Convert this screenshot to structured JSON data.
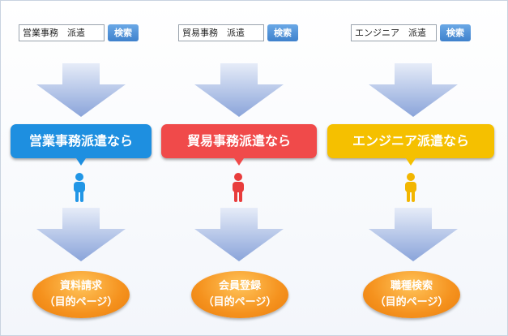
{
  "columns": [
    {
      "search_value": "営業事務　派遣",
      "search_button": "検索",
      "bubble_label": "営業事務派遣なら",
      "bubble_color": "#1e8fe0",
      "person_color": "#2196e6",
      "result_line1": "資料請求",
      "result_line2": "（目的ページ）"
    },
    {
      "search_value": "貿易事務　派遣",
      "search_button": "検索",
      "bubble_label": "貿易事務派遣なら",
      "bubble_color": "#f04a4a",
      "person_color": "#e83c3c",
      "result_line1": "会員登録",
      "result_line2": "（目的ページ）"
    },
    {
      "search_value": "エンジニア　派遣",
      "search_button": "検索",
      "bubble_label": "エンジニア派遣なら",
      "bubble_color": "#f5c000",
      "person_color": "#f2b600",
      "result_line1": "職種検索",
      "result_line2": "（目的ページ）"
    }
  ],
  "colors": {
    "arrow_top": "#e6ecf8",
    "arrow_bottom": "#8aa4da",
    "button": "#4a8fd8",
    "result_oval": "#f5921e"
  }
}
